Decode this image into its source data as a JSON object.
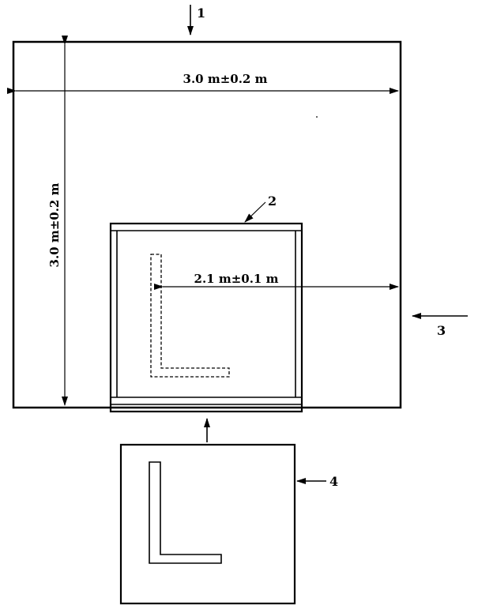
{
  "dimensions": {
    "horizontal_outer": "3.0 m±0.2 m",
    "vertical_outer": "3.0 m±0.2 m",
    "inner_width": "2.1 m±0.1 m"
  },
  "callouts": {
    "label_1": "1",
    "label_2": "2",
    "label_3": "3",
    "label_4": "4"
  }
}
